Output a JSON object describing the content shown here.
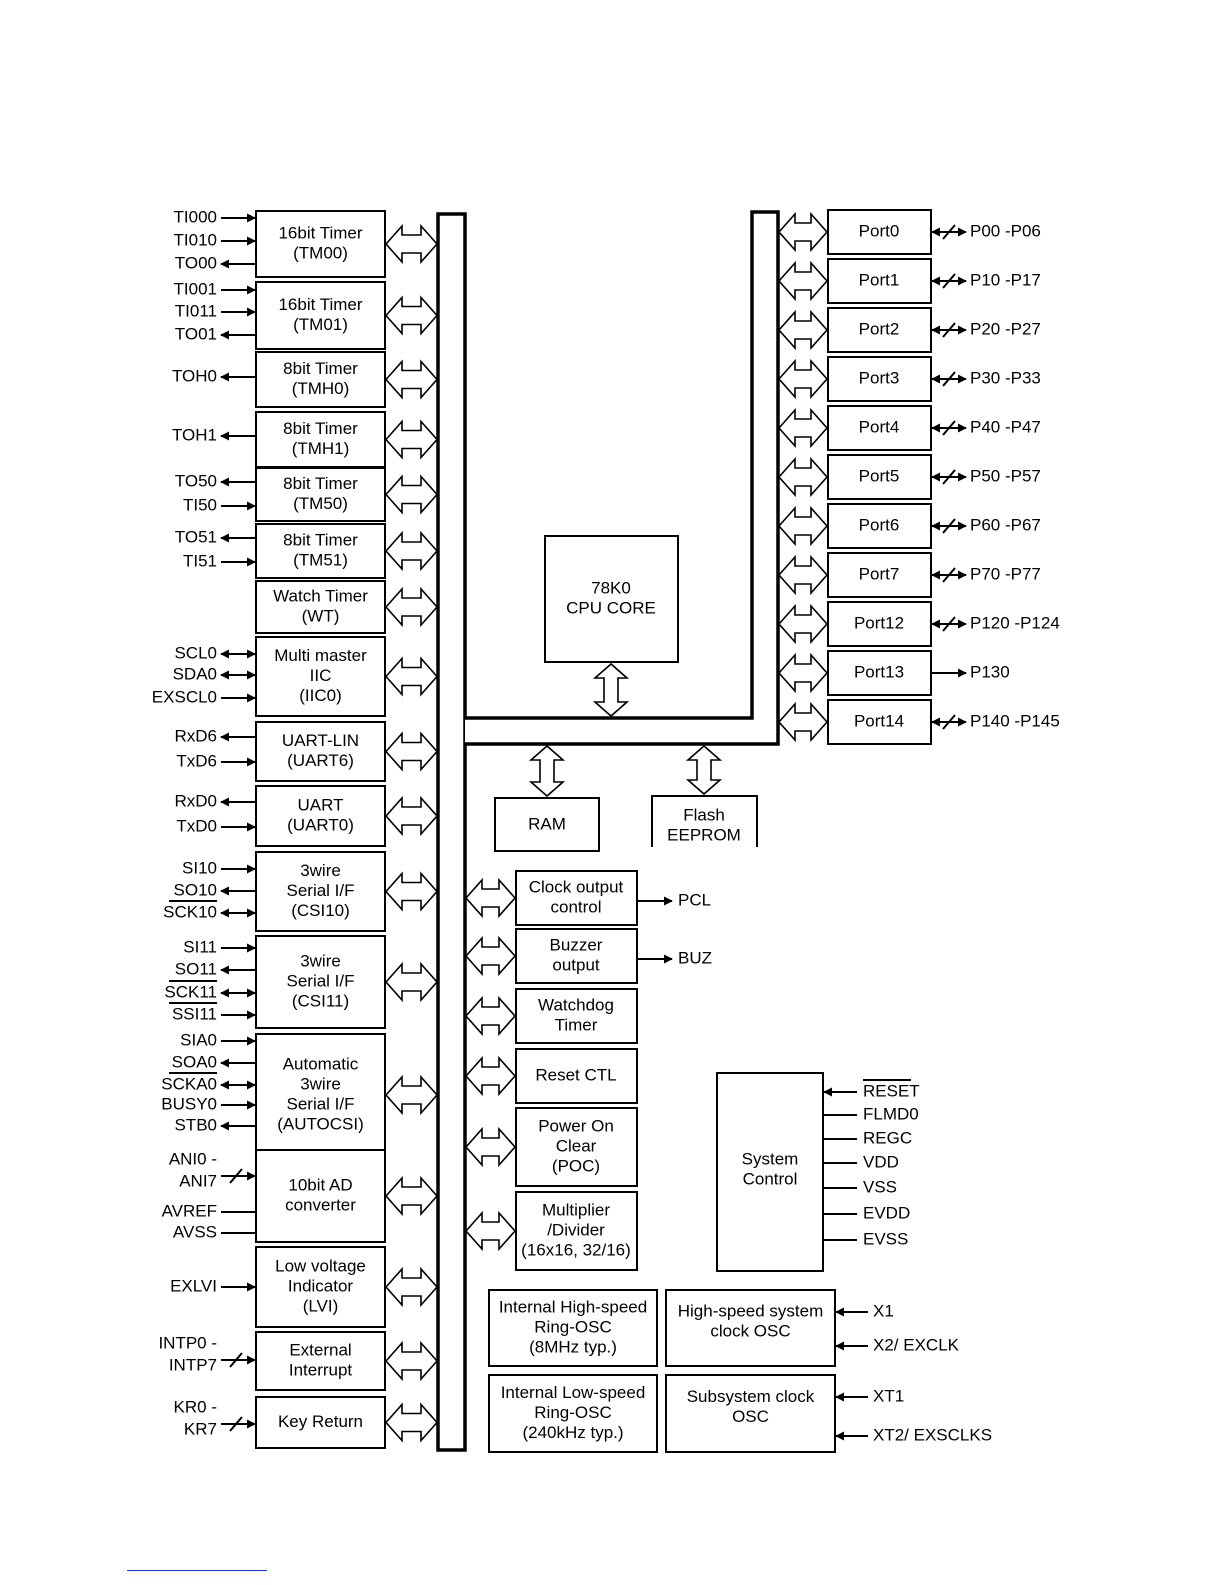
{
  "colors": {
    "ink": "#000000",
    "paper": "#ffffff",
    "link": "#1f2fd6"
  },
  "left_blocks": [
    {
      "name": "tm00",
      "lines": [
        "16bit Timer",
        "(TM00)"
      ],
      "signals": [
        {
          "label": "TI000",
          "dir": "in"
        },
        {
          "label": "TI010",
          "dir": "in"
        },
        {
          "label": "TO00",
          "dir": "out"
        }
      ]
    },
    {
      "name": "tm01",
      "lines": [
        "16bit Timer",
        "(TM01)"
      ],
      "signals": [
        {
          "label": "TI001",
          "dir": "in"
        },
        {
          "label": "TI011",
          "dir": "in"
        },
        {
          "label": "TO01",
          "dir": "out"
        }
      ]
    },
    {
      "name": "tmh0",
      "lines": [
        "8bit Timer",
        "(TMH0)"
      ],
      "signals": [
        {
          "label": "TOH0",
          "dir": "out"
        }
      ]
    },
    {
      "name": "tmh1",
      "lines": [
        "8bit Timer",
        "(TMH1)"
      ],
      "signals": [
        {
          "label": "TOH1",
          "dir": "out"
        }
      ]
    },
    {
      "name": "tm50",
      "lines": [
        "8bit Timer",
        "(TM50)"
      ],
      "signals": [
        {
          "label": "TO50",
          "dir": "out"
        },
        {
          "label": "TI50",
          "dir": "in"
        }
      ]
    },
    {
      "name": "tm51",
      "lines": [
        "8bit Timer",
        "(TM51)"
      ],
      "signals": [
        {
          "label": "TO51",
          "dir": "out"
        },
        {
          "label": "TI51",
          "dir": "in"
        }
      ]
    },
    {
      "name": "wt",
      "lines": [
        "Watch Timer",
        "(WT)"
      ],
      "signals": []
    },
    {
      "name": "iic0",
      "lines": [
        "Multi master",
        "IIC",
        "(IIC0)"
      ],
      "signals": [
        {
          "label": "SCL0",
          "dir": "bi"
        },
        {
          "label": "SDA0",
          "dir": "bi"
        },
        {
          "label": "EXSCL0",
          "dir": "in"
        }
      ]
    },
    {
      "name": "uart6",
      "lines": [
        "UART-LIN",
        "(UART6)"
      ],
      "signals": [
        {
          "label": "RxD6",
          "dir": "out"
        },
        {
          "label": "TxD6",
          "dir": "in"
        }
      ]
    },
    {
      "name": "uart0",
      "lines": [
        "UART",
        "(UART0)"
      ],
      "signals": [
        {
          "label": "RxD0",
          "dir": "out"
        },
        {
          "label": "TxD0",
          "dir": "in"
        }
      ]
    },
    {
      "name": "csi10",
      "lines": [
        "3wire",
        "Serial I/F",
        "(CSI10)"
      ],
      "signals": [
        {
          "label": "SI10",
          "dir": "in"
        },
        {
          "label": "SO10",
          "dir": "out"
        },
        {
          "label": "SCK10",
          "dir": "bi",
          "overline": true
        }
      ]
    },
    {
      "name": "csi11",
      "lines": [
        "3wire",
        "Serial I/F",
        "(CSI11)"
      ],
      "signals": [
        {
          "label": "SI11",
          "dir": "in"
        },
        {
          "label": "SO11",
          "dir": "out"
        },
        {
          "label": "SCK11",
          "dir": "bi",
          "overline": true
        },
        {
          "label": "SSI11",
          "dir": "in",
          "overline": true
        }
      ]
    },
    {
      "name": "autocsi",
      "lines": [
        "Automatic",
        "3wire",
        "Serial I/F",
        "(AUTOCSI)"
      ],
      "signals": [
        {
          "label": "SIA0",
          "dir": "in"
        },
        {
          "label": "SOA0",
          "dir": "out"
        },
        {
          "label": "SCKA0",
          "dir": "bi",
          "overline": true
        },
        {
          "label": "BUSY0",
          "dir": "in"
        },
        {
          "label": "STB0",
          "dir": "out"
        }
      ]
    },
    {
      "name": "adc",
      "lines": [
        "10bit AD",
        "converter"
      ],
      "signals": [
        {
          "label": "ANI0 -",
          "dir": "bus",
          "label2": "ANI7"
        },
        {
          "label": "AVREF",
          "dir": "none"
        },
        {
          "label": "AVSS",
          "dir": "none"
        }
      ]
    },
    {
      "name": "lvi",
      "lines": [
        "Low voltage",
        "Indicator",
        "(LVI)"
      ],
      "signals": [
        {
          "label": "EXLVI",
          "dir": "in"
        }
      ]
    },
    {
      "name": "ext-int",
      "lines": [
        "External",
        "Interrupt"
      ],
      "signals": [
        {
          "label": "INTP0 -",
          "dir": "bus",
          "label2": "INTP7"
        }
      ]
    },
    {
      "name": "key-return",
      "lines": [
        "Key Return"
      ],
      "signals": [
        {
          "label": "KR0 -",
          "dir": "bus",
          "label2": "KR7"
        }
      ]
    }
  ],
  "ports": [
    {
      "name": "Port0",
      "pins": "P00 -P06",
      "dir": "bus"
    },
    {
      "name": "Port1",
      "pins": "P10 -P17",
      "dir": "bus"
    },
    {
      "name": "Port2",
      "pins": "P20 -P27",
      "dir": "bus"
    },
    {
      "name": "Port3",
      "pins": "P30 -P33",
      "dir": "bus"
    },
    {
      "name": "Port4",
      "pins": "P40 -P47",
      "dir": "bus"
    },
    {
      "name": "Port5",
      "pins": "P50 -P57",
      "dir": "bus"
    },
    {
      "name": "Port6",
      "pins": "P60 -P67",
      "dir": "bus"
    },
    {
      "name": "Port7",
      "pins": "P70 -P77",
      "dir": "bus"
    },
    {
      "name": "Port12",
      "pins": "P120 -P124",
      "dir": "bus"
    },
    {
      "name": "Port13",
      "pins": "P130",
      "dir": "out"
    },
    {
      "name": "Port14",
      "pins": "P140 -P145",
      "dir": "bus"
    }
  ],
  "cpu": {
    "lines": [
      "78K0",
      "CPU CORE"
    ]
  },
  "ram": {
    "lines": [
      "RAM"
    ]
  },
  "flash": {
    "lines": [
      "Flash",
      "EEPROM"
    ]
  },
  "center_blocks": [
    {
      "name": "clock-output",
      "lines": [
        "Clock output",
        "control"
      ],
      "output": "PCL"
    },
    {
      "name": "buzzer",
      "lines": [
        "Buzzer",
        "output"
      ],
      "output": "BUZ"
    },
    {
      "name": "watchdog",
      "lines": [
        "Watchdog",
        "Timer"
      ],
      "output": ""
    },
    {
      "name": "reset-ctl",
      "lines": [
        "Reset CTL"
      ],
      "output": ""
    },
    {
      "name": "poc",
      "lines": [
        "Power On",
        "Clear",
        "(POC)"
      ],
      "output": ""
    },
    {
      "name": "multiplier",
      "lines": [
        "Multiplier",
        "/Divider",
        "(16x16, 32/16)"
      ],
      "output": ""
    }
  ],
  "system_control": {
    "lines": [
      "System",
      "Control"
    ],
    "pins": [
      {
        "label": "RESET",
        "overline": true
      },
      {
        "label": "FLMD0"
      },
      {
        "label": "REGC"
      },
      {
        "label": "VDD"
      },
      {
        "label": "VSS"
      },
      {
        "label": "EVDD"
      },
      {
        "label": "EVSS"
      }
    ]
  },
  "osc_blocks": [
    {
      "name": "internal-high-osc",
      "lines": [
        "Internal High-speed",
        "Ring-OSC",
        "(8MHz typ.)"
      ],
      "pins": []
    },
    {
      "name": "highspeed-osc",
      "lines": [
        "High-speed system",
        "clock OSC"
      ],
      "pins": [
        "X1",
        "X2/ EXCLK"
      ]
    },
    {
      "name": "internal-low-osc",
      "lines": [
        "Internal Low-speed",
        "Ring-OSC",
        "(240kHz typ.)"
      ],
      "pins": []
    },
    {
      "name": "subsystem-osc",
      "lines": [
        "Subsystem clock",
        "OSC"
      ],
      "pins": [
        "XT1",
        "XT2/ EXSCLKS"
      ]
    }
  ]
}
